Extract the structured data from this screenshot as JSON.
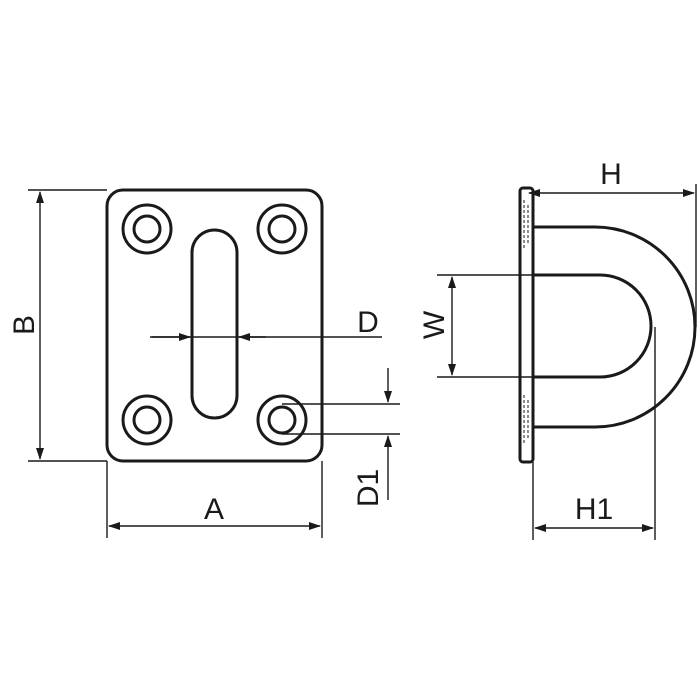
{
  "dimensions": {
    "A": "A",
    "B": "B",
    "D": "D",
    "D1": "D1",
    "W": "W",
    "H": "H",
    "H1": "H1"
  },
  "colors": {
    "line": "#1a1a1a",
    "background": "#ffffff"
  }
}
